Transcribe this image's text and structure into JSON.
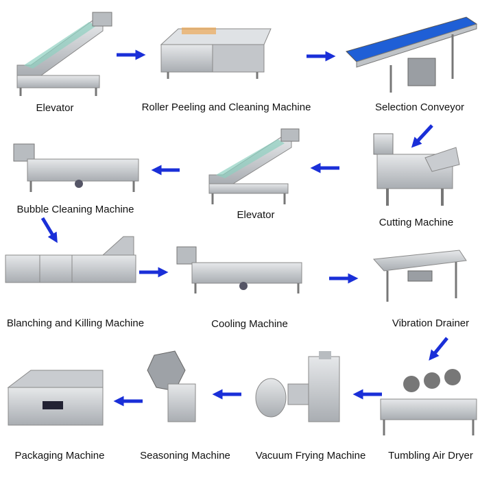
{
  "title": "Process flow",
  "steps": [
    {
      "label": "Elevator"
    },
    {
      "label": "Roller Peeling and Cleaning Machine"
    },
    {
      "label": "Selection Conveyor"
    },
    {
      "label": "Cutting Machine"
    },
    {
      "label": "Elevator"
    },
    {
      "label": "Bubble Cleaning Machine"
    },
    {
      "label": "Blanching and Killing Machine"
    },
    {
      "label": "Cooling Machine"
    },
    {
      "label": "Vibration Drainer"
    },
    {
      "label": "Tumbling Air Dryer"
    },
    {
      "label": "Vacuum Frying Machine"
    },
    {
      "label": "Seasoning Machine"
    },
    {
      "label": "Packaging Machine"
    }
  ],
  "colors": {
    "arrow": "#1a2fd8",
    "steel": "#c9ccd0",
    "belt": "#1f5fd6"
  }
}
